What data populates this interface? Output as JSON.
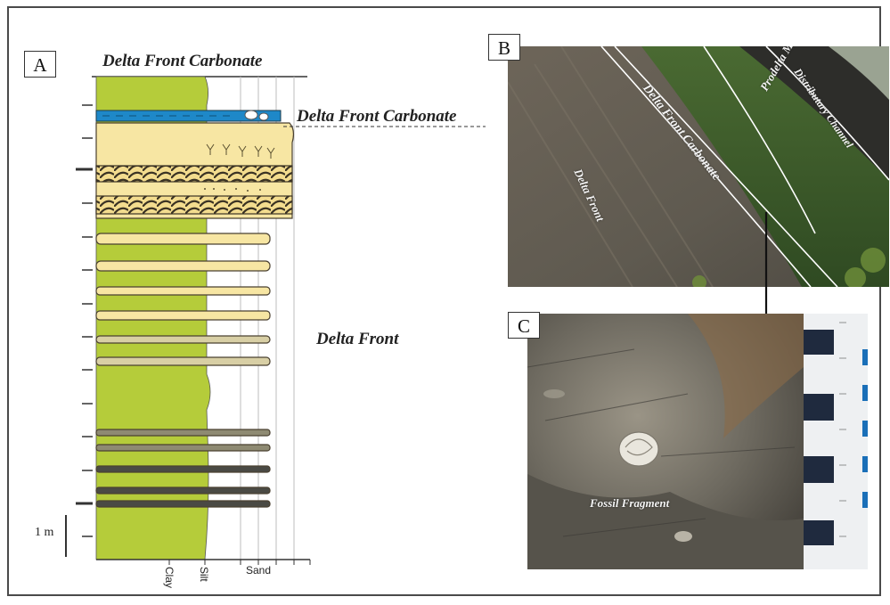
{
  "panels": {
    "a": "A",
    "b": "B",
    "c": "C"
  },
  "column": {
    "top_title": "Delta Front Carbonate",
    "carbonate_label": "Delta Front Carbonate",
    "delta_front_label": "Delta Front",
    "scale_label": "1 m",
    "axis": {
      "clay": "Clay",
      "silt": "Silt",
      "sand": "Sand"
    }
  },
  "photo_b": {
    "labels": {
      "delta_front": "Delta Front",
      "carbonate": "Delta Front Carbonate",
      "prodelta": "Prodelta Mud",
      "channel": "Distributary Channel"
    }
  },
  "photo_c": {
    "fossil_label": "Fossil Fragment"
  },
  "colors": {
    "mud_green": "#b5cc3a",
    "sand_yellow": "#f7e6a3",
    "carbonate_blue": "#1e88c8",
    "frame": "#4a4a4a"
  }
}
